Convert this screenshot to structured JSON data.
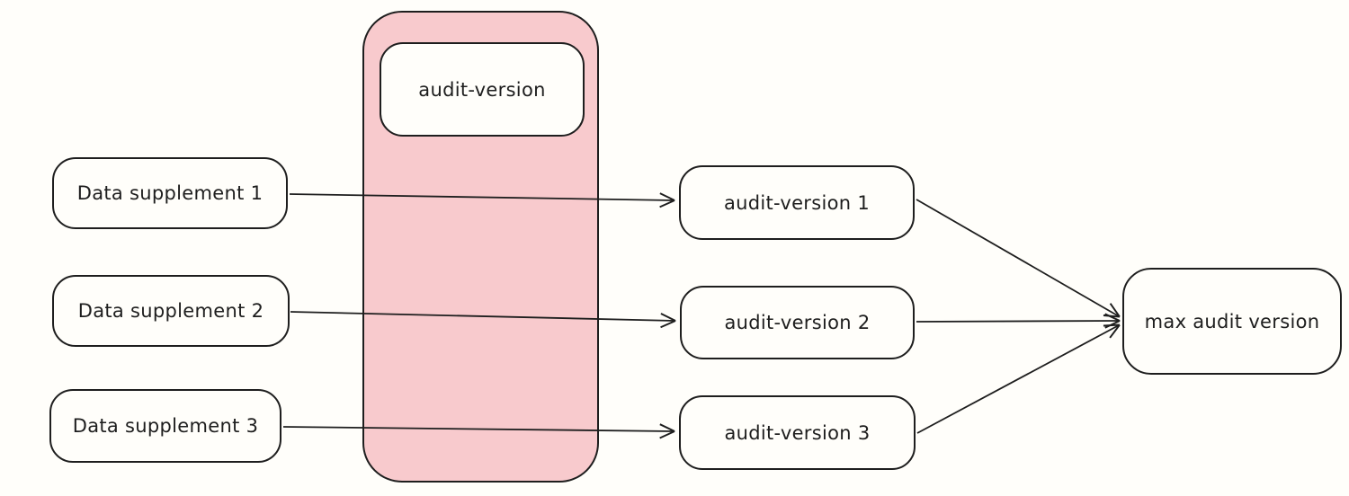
{
  "diagram": {
    "background": "#fffefa",
    "stroke_color": "#1e1e1e",
    "group": {
      "label": "audit-version",
      "fill": "#f8cacd"
    },
    "sources": [
      {
        "label": "Data supplement 1"
      },
      {
        "label": "Data supplement 2"
      },
      {
        "label": "Data supplement 3"
      }
    ],
    "versions": [
      {
        "label": "audit-version 1"
      },
      {
        "label": "audit-version 2"
      },
      {
        "label": "audit-version 3"
      }
    ],
    "sink": {
      "label": "max audit version"
    },
    "edges": [
      {
        "from": "Data supplement 1",
        "to": "audit-version 1"
      },
      {
        "from": "Data supplement 2",
        "to": "audit-version 2"
      },
      {
        "from": "Data supplement 3",
        "to": "audit-version 3"
      },
      {
        "from": "audit-version 1",
        "to": "max audit version"
      },
      {
        "from": "audit-version 2",
        "to": "max audit version"
      },
      {
        "from": "audit-version 3",
        "to": "max audit version"
      }
    ]
  }
}
